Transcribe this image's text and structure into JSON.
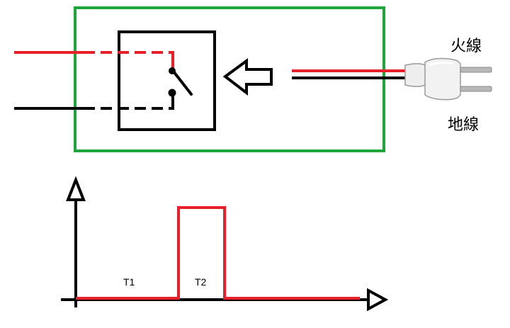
{
  "labels": {
    "live_wire": "火線",
    "ground_wire": "地線",
    "time_1": "T1",
    "time_2": "T2"
  },
  "colors": {
    "live": "#e8202a",
    "neutral": "#000000",
    "enclosure": "#1fa63a",
    "plug_body": "#eeeeee",
    "plug_outline": "#9a9a9a",
    "plug_pin": "#b8b8b8"
  },
  "icons": {
    "switch": "spst-switch-icon",
    "arrow": "left-arrow-icon",
    "plug": "power-plug-icon"
  }
}
